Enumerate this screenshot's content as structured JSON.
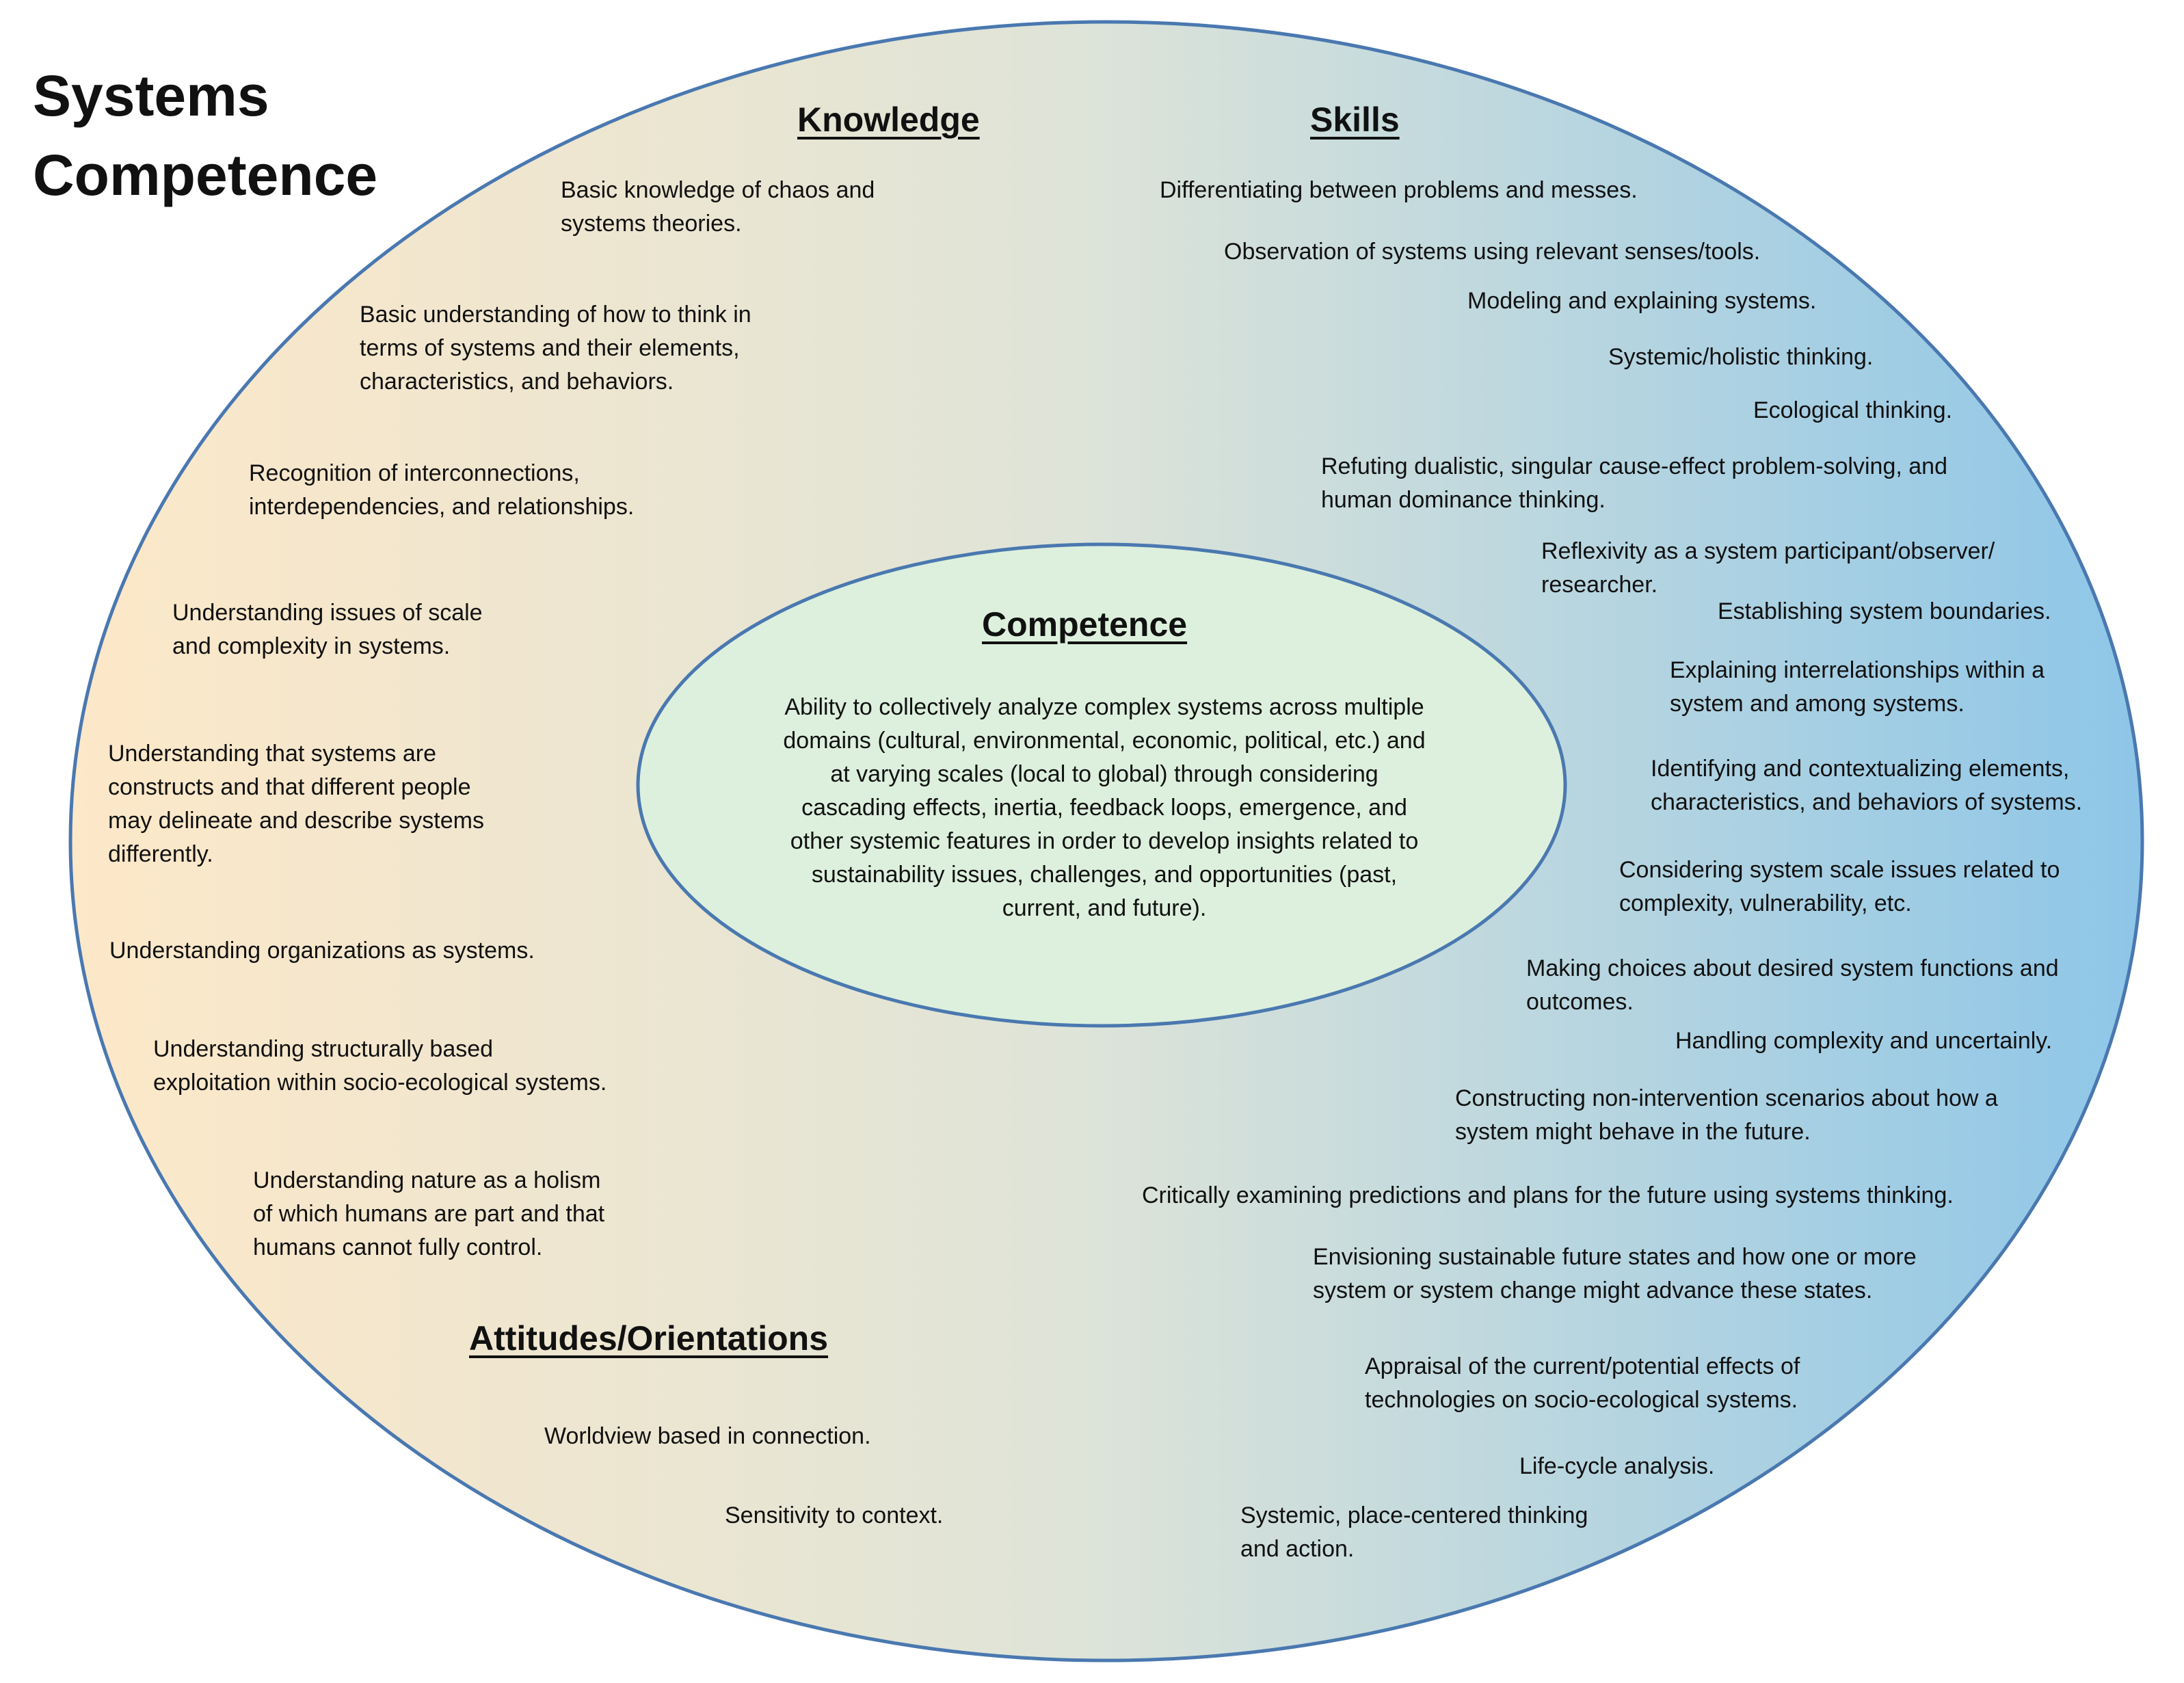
{
  "title": {
    "line1": "Systems",
    "line2": "Competence"
  },
  "colors": {
    "outer_gradient_left": "#fde8c8",
    "outer_gradient_mid": "#dfe4d8",
    "outer_gradient_right": "#8ec6e8",
    "outer_stroke": "#4a78b0",
    "inner_fill": "#ddf0dd",
    "inner_stroke": "#4a78b0"
  },
  "knowledge": {
    "heading": "Knowledge",
    "items": [
      "Basic knowledge of chaos and\nsystems theories.",
      "Basic understanding of how to think in\nterms of systems and their elements,\ncharacteristics, and behaviors.",
      "Recognition of interconnections,\ninterdependencies, and relationships.",
      "Understanding issues of scale\nand complexity in systems.",
      "Understanding that systems are\nconstructs and that different people\nmay delineate and describe systems\ndifferently.",
      "Understanding organizations as systems.",
      "Understanding structurally based\nexploitation within socio-ecological systems.",
      "Understanding nature as a holism\nof which humans are part and that\nhumans cannot fully control."
    ]
  },
  "skills": {
    "heading": "Skills",
    "items": [
      "Differentiating between problems and messes.",
      "Observation of systems using relevant senses/tools.",
      "Modeling and explaining systems.",
      "Systemic/holistic thinking.",
      "Ecological thinking.",
      "Refuting dualistic, singular cause-effect problem-solving, and\nhuman dominance thinking.",
      "Reflexivity as a system participant/observer/\nresearcher.",
      "Establishing system boundaries.",
      "Explaining interrelationships within a\nsystem and among systems.",
      "Identifying and contextualizing elements,\ncharacteristics, and behaviors of systems.",
      "Considering system scale issues related to\ncomplexity, vulnerability, etc.",
      "Making choices about desired system functions and\noutcomes.",
      "Handling complexity and uncertainly.",
      "Constructing non-intervention scenarios about how a\nsystem might behave in the future.",
      "Critically examining predictions and plans for the future using systems thinking.",
      "Envisioning sustainable future states and how one or more\nsystem or system change might advance these states.",
      "Appraisal of the current/potential effects of\ntechnologies on socio-ecological systems.",
      "Life-cycle analysis.",
      "Systemic, place-centered thinking\nand action."
    ]
  },
  "attitudes": {
    "heading": "Attitudes/Orientations",
    "items": [
      "Worldview based in connection.",
      "Sensitivity to context."
    ]
  },
  "competence": {
    "heading": "Competence",
    "text": "Ability to collectively analyze complex systems across multiple domains (cultural, environmental, economic, political, etc.) and at varying scales (local to global) through considering cascading effects, inertia, feedback loops, emergence, and other systemic features in order to develop insights related to sustainability issues, challenges, and opportunities (past, current, and future)."
  }
}
